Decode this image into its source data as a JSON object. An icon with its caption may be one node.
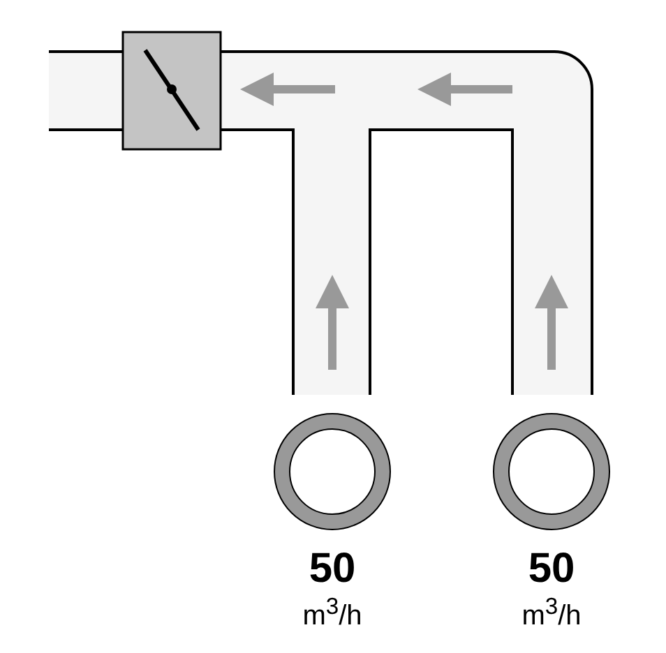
{
  "diagram": {
    "nodes": [
      {
        "text": [],
        "shape": "circle",
        "beside": [
          "50",
          "m$^{3}$/h"
        ]
      },
      {
        "text": [],
        "shape": "circle",
        "beside": [
          "50",
          "m$^{3}$/h"
        ]
      }
    ]
  }
}
